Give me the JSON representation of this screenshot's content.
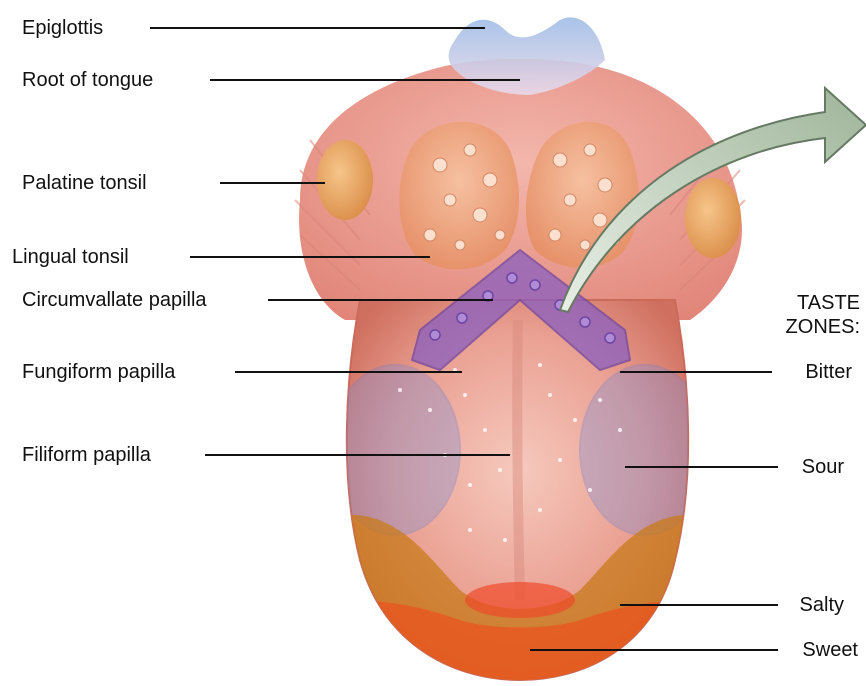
{
  "labels_left": [
    "Epiglottis",
    "Root of tongue",
    "Palatine tonsil",
    "Lingual tonsil",
    "Circumvallate papilla",
    "Fungiform papilla",
    "Filiform papilla"
  ],
  "taste_zones": {
    "title_line1": "TASTE",
    "title_line2": "ZONES:",
    "zones": [
      "Bitter",
      "Sour",
      "Salty",
      "Sweet"
    ]
  },
  "colors": {
    "tongue_body": "#e8a89a",
    "tongue_edge": "#c96a5a",
    "bitter_zone": "#8a5fc0",
    "sour_zone": "#6f7fcf",
    "salty_zone": "#c87b1a",
    "sweet_zone": "#e8561f",
    "tonsil": "#e6a15a",
    "epiglottis": "#a9c4e8",
    "arrow": "#b9cbb4",
    "leader_line": "#111111"
  }
}
